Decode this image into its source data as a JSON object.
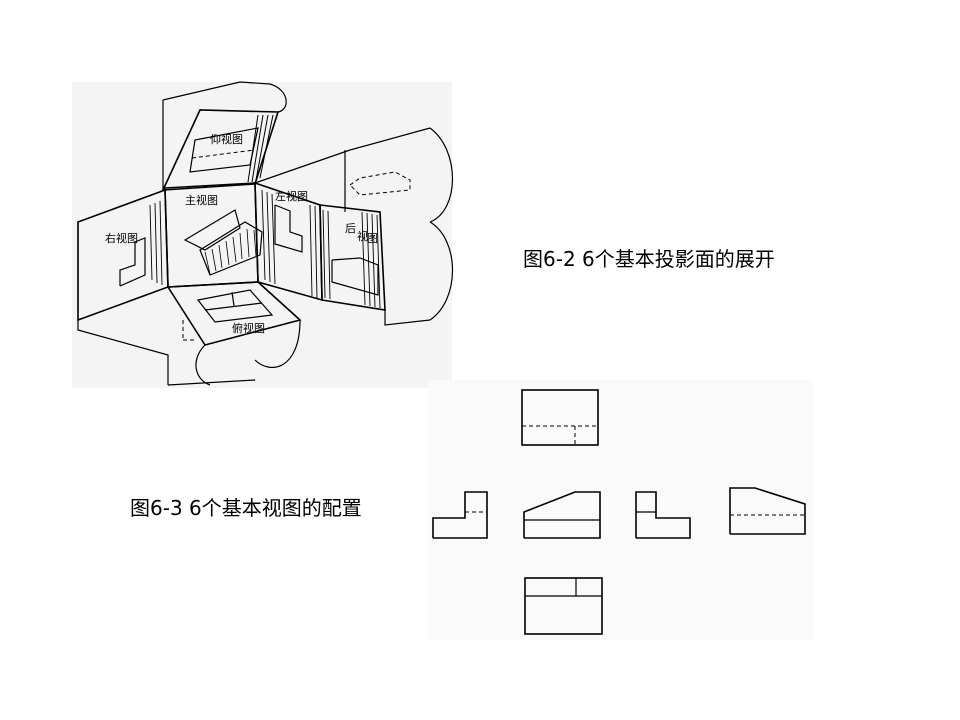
{
  "figure_6_2": {
    "caption": "图6-2  6个基本投影面的展开",
    "labels": {
      "bottom_up_view": "仰视图",
      "front_view": "主视图",
      "left_view": "左视图",
      "right_view": "右视图",
      "rear_view_1": "后",
      "rear_view_2": "视",
      "rear_view_3": "图",
      "top_view": "俯视图"
    }
  },
  "figure_6_3": {
    "caption": "图6-3  6个基本视图的配置"
  }
}
